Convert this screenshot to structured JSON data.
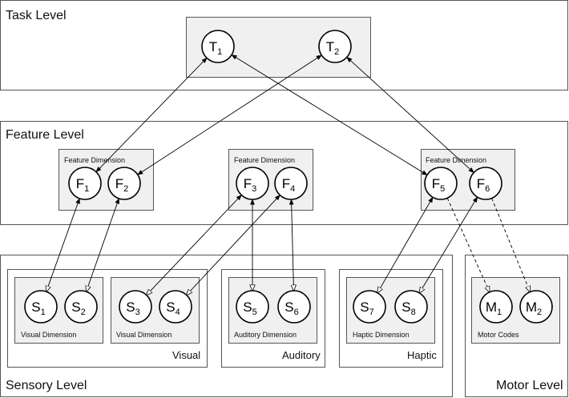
{
  "levels": {
    "task": "Task Level",
    "feature": "Feature Level",
    "sensory": "Sensory Level",
    "motor": "Motor Level"
  },
  "group_labels": {
    "feature_dimension_1": "Feature Dimension",
    "feature_dimension_2": "Feature Dimension",
    "feature_dimension_3": "Feature Dimension",
    "visual_dimension_1": "Visual Dimension",
    "visual_dimension_2": "Visual Dimension",
    "auditory_dimension": "Auditory Dimension",
    "haptic_dimension": "Haptic Dimension",
    "motor_codes": "Motor Codes"
  },
  "modality_labels": {
    "visual": "Visual",
    "auditory": "Auditory",
    "haptic": "Haptic"
  },
  "nodes": {
    "T1": {
      "main": "T",
      "sub": "1"
    },
    "T2": {
      "main": "T",
      "sub": "2"
    },
    "F1": {
      "main": "F",
      "sub": "1"
    },
    "F2": {
      "main": "F",
      "sub": "2"
    },
    "F3": {
      "main": "F",
      "sub": "3"
    },
    "F4": {
      "main": "F",
      "sub": "4"
    },
    "F5": {
      "main": "F",
      "sub": "5"
    },
    "F6": {
      "main": "F",
      "sub": "6"
    },
    "S1": {
      "main": "S",
      "sub": "1"
    },
    "S2": {
      "main": "S",
      "sub": "2"
    },
    "S3": {
      "main": "S",
      "sub": "3"
    },
    "S4": {
      "main": "S",
      "sub": "4"
    },
    "S5": {
      "main": "S",
      "sub": "5"
    },
    "S6": {
      "main": "S",
      "sub": "6"
    },
    "S7": {
      "main": "S",
      "sub": "7"
    },
    "S8": {
      "main": "S",
      "sub": "8"
    },
    "M1": {
      "main": "M",
      "sub": "1"
    },
    "M2": {
      "main": "M",
      "sub": "2"
    }
  },
  "colors": {
    "line": "#000000",
    "group_fill": "#f0f0f0",
    "level_border": "#555555"
  }
}
